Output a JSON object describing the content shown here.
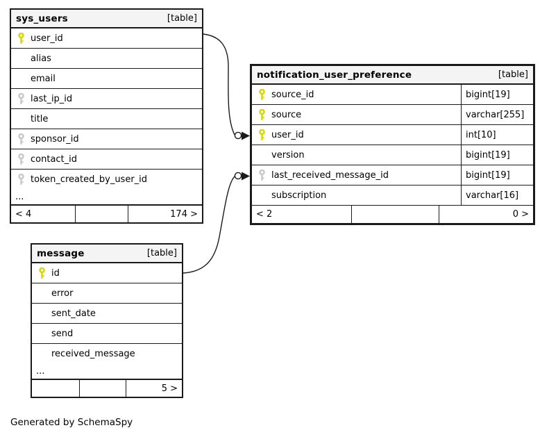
{
  "diagram": {
    "credit": "Generated by SchemaSpy",
    "colors": {
      "primary_key": "#d8d800",
      "foreign_key": "#c9c9c9",
      "header_bg": "#f4f4f4",
      "border": "#1a1a1a",
      "relationship_line": "#1a1a1a"
    },
    "tables": [
      {
        "title": "sys_users",
        "badge": "[table]",
        "columns": [
          {
            "name": "user_id",
            "key": "primary"
          },
          {
            "name": "alias",
            "key": "none"
          },
          {
            "name": "email",
            "key": "none"
          },
          {
            "name": "last_ip_id",
            "key": "foreign"
          },
          {
            "name": "title",
            "key": "none"
          },
          {
            "name": "sponsor_id",
            "key": "foreign"
          },
          {
            "name": "contact_id",
            "key": "foreign"
          },
          {
            "name": "token_created_by_user_id",
            "key": "foreign"
          }
        ],
        "ellipsis": "...",
        "footer": {
          "left": "< 4",
          "middle": "",
          "right": "174 >"
        }
      },
      {
        "title": "notification_user_preference",
        "badge": "[table]",
        "columns": [
          {
            "name": "source_id",
            "key": "primary",
            "type": "bigint[19]"
          },
          {
            "name": "source",
            "key": "primary",
            "type": "varchar[255]"
          },
          {
            "name": "user_id",
            "key": "primary",
            "type": "int[10]"
          },
          {
            "name": "version",
            "key": "none",
            "type": "bigint[19]"
          },
          {
            "name": "last_received_message_id",
            "key": "foreign",
            "type": "bigint[19]"
          },
          {
            "name": "subscription",
            "key": "none",
            "type": "varchar[16]"
          }
        ],
        "ellipsis": null,
        "footer": {
          "left": "< 2",
          "middle": "",
          "right": "0 >"
        }
      },
      {
        "title": "message",
        "badge": "[table]",
        "columns": [
          {
            "name": "id",
            "key": "primary"
          },
          {
            "name": "error",
            "key": "none"
          },
          {
            "name": "sent_date",
            "key": "none"
          },
          {
            "name": "send",
            "key": "none"
          },
          {
            "name": "received_message",
            "key": "none"
          }
        ],
        "ellipsis": "...",
        "footer": {
          "left": "",
          "middle": "",
          "right": "5 >"
        }
      }
    ],
    "relationships": [
      {
        "from": "sys_users.user_id",
        "to": "notification_user_preference.user_id"
      },
      {
        "from": "message.id",
        "to": "notification_user_preference.last_received_message_id"
      }
    ]
  }
}
